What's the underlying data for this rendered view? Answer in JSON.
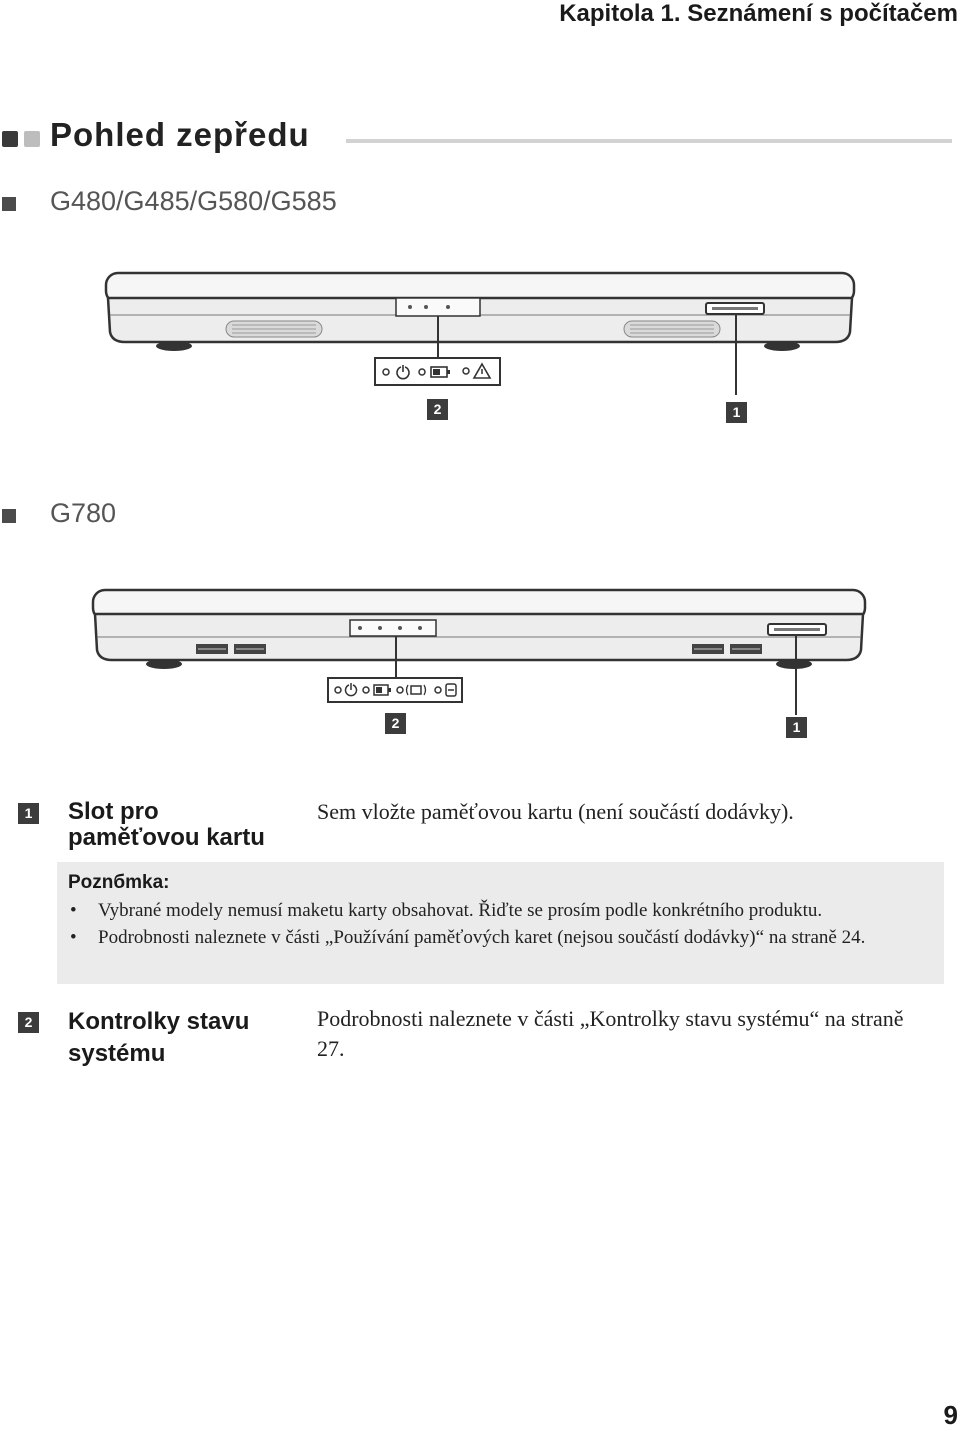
{
  "header": "Kapitola 1. Seznámení s počítačem",
  "section_title": "Pohled zepředu",
  "models": [
    {
      "title": "G480/G485/G580/G585",
      "callouts": [
        "2",
        "1"
      ]
    },
    {
      "title": "G780",
      "callouts": [
        "2",
        "1"
      ]
    }
  ],
  "items": [
    {
      "number": "1",
      "title": "Slot pro paměťovou kartu",
      "description": "Sem vložte paměťovou kartu (není součástí dodávky)."
    },
    {
      "number": "2",
      "title": "Kontrolky stavu systému",
      "description": "Podrobnosti naleznete v části „Kontrolky stavu systému“ na straně 27."
    }
  ],
  "note": {
    "title": "Poznбmka:",
    "bullets": [
      "Vybrané modely nemusí maketu karty obsahovat. Řiďte se prosím podle konkrétního produktu.",
      "Podrobnosti naleznete v části „Používání paměťových karet (nejsou součástí dodávky)“ na straně 24."
    ]
  },
  "page_number": "9",
  "icons": [
    "power-icon",
    "battery-icon",
    "wireless-icon",
    "hdd-icon",
    "warning-icon"
  ]
}
